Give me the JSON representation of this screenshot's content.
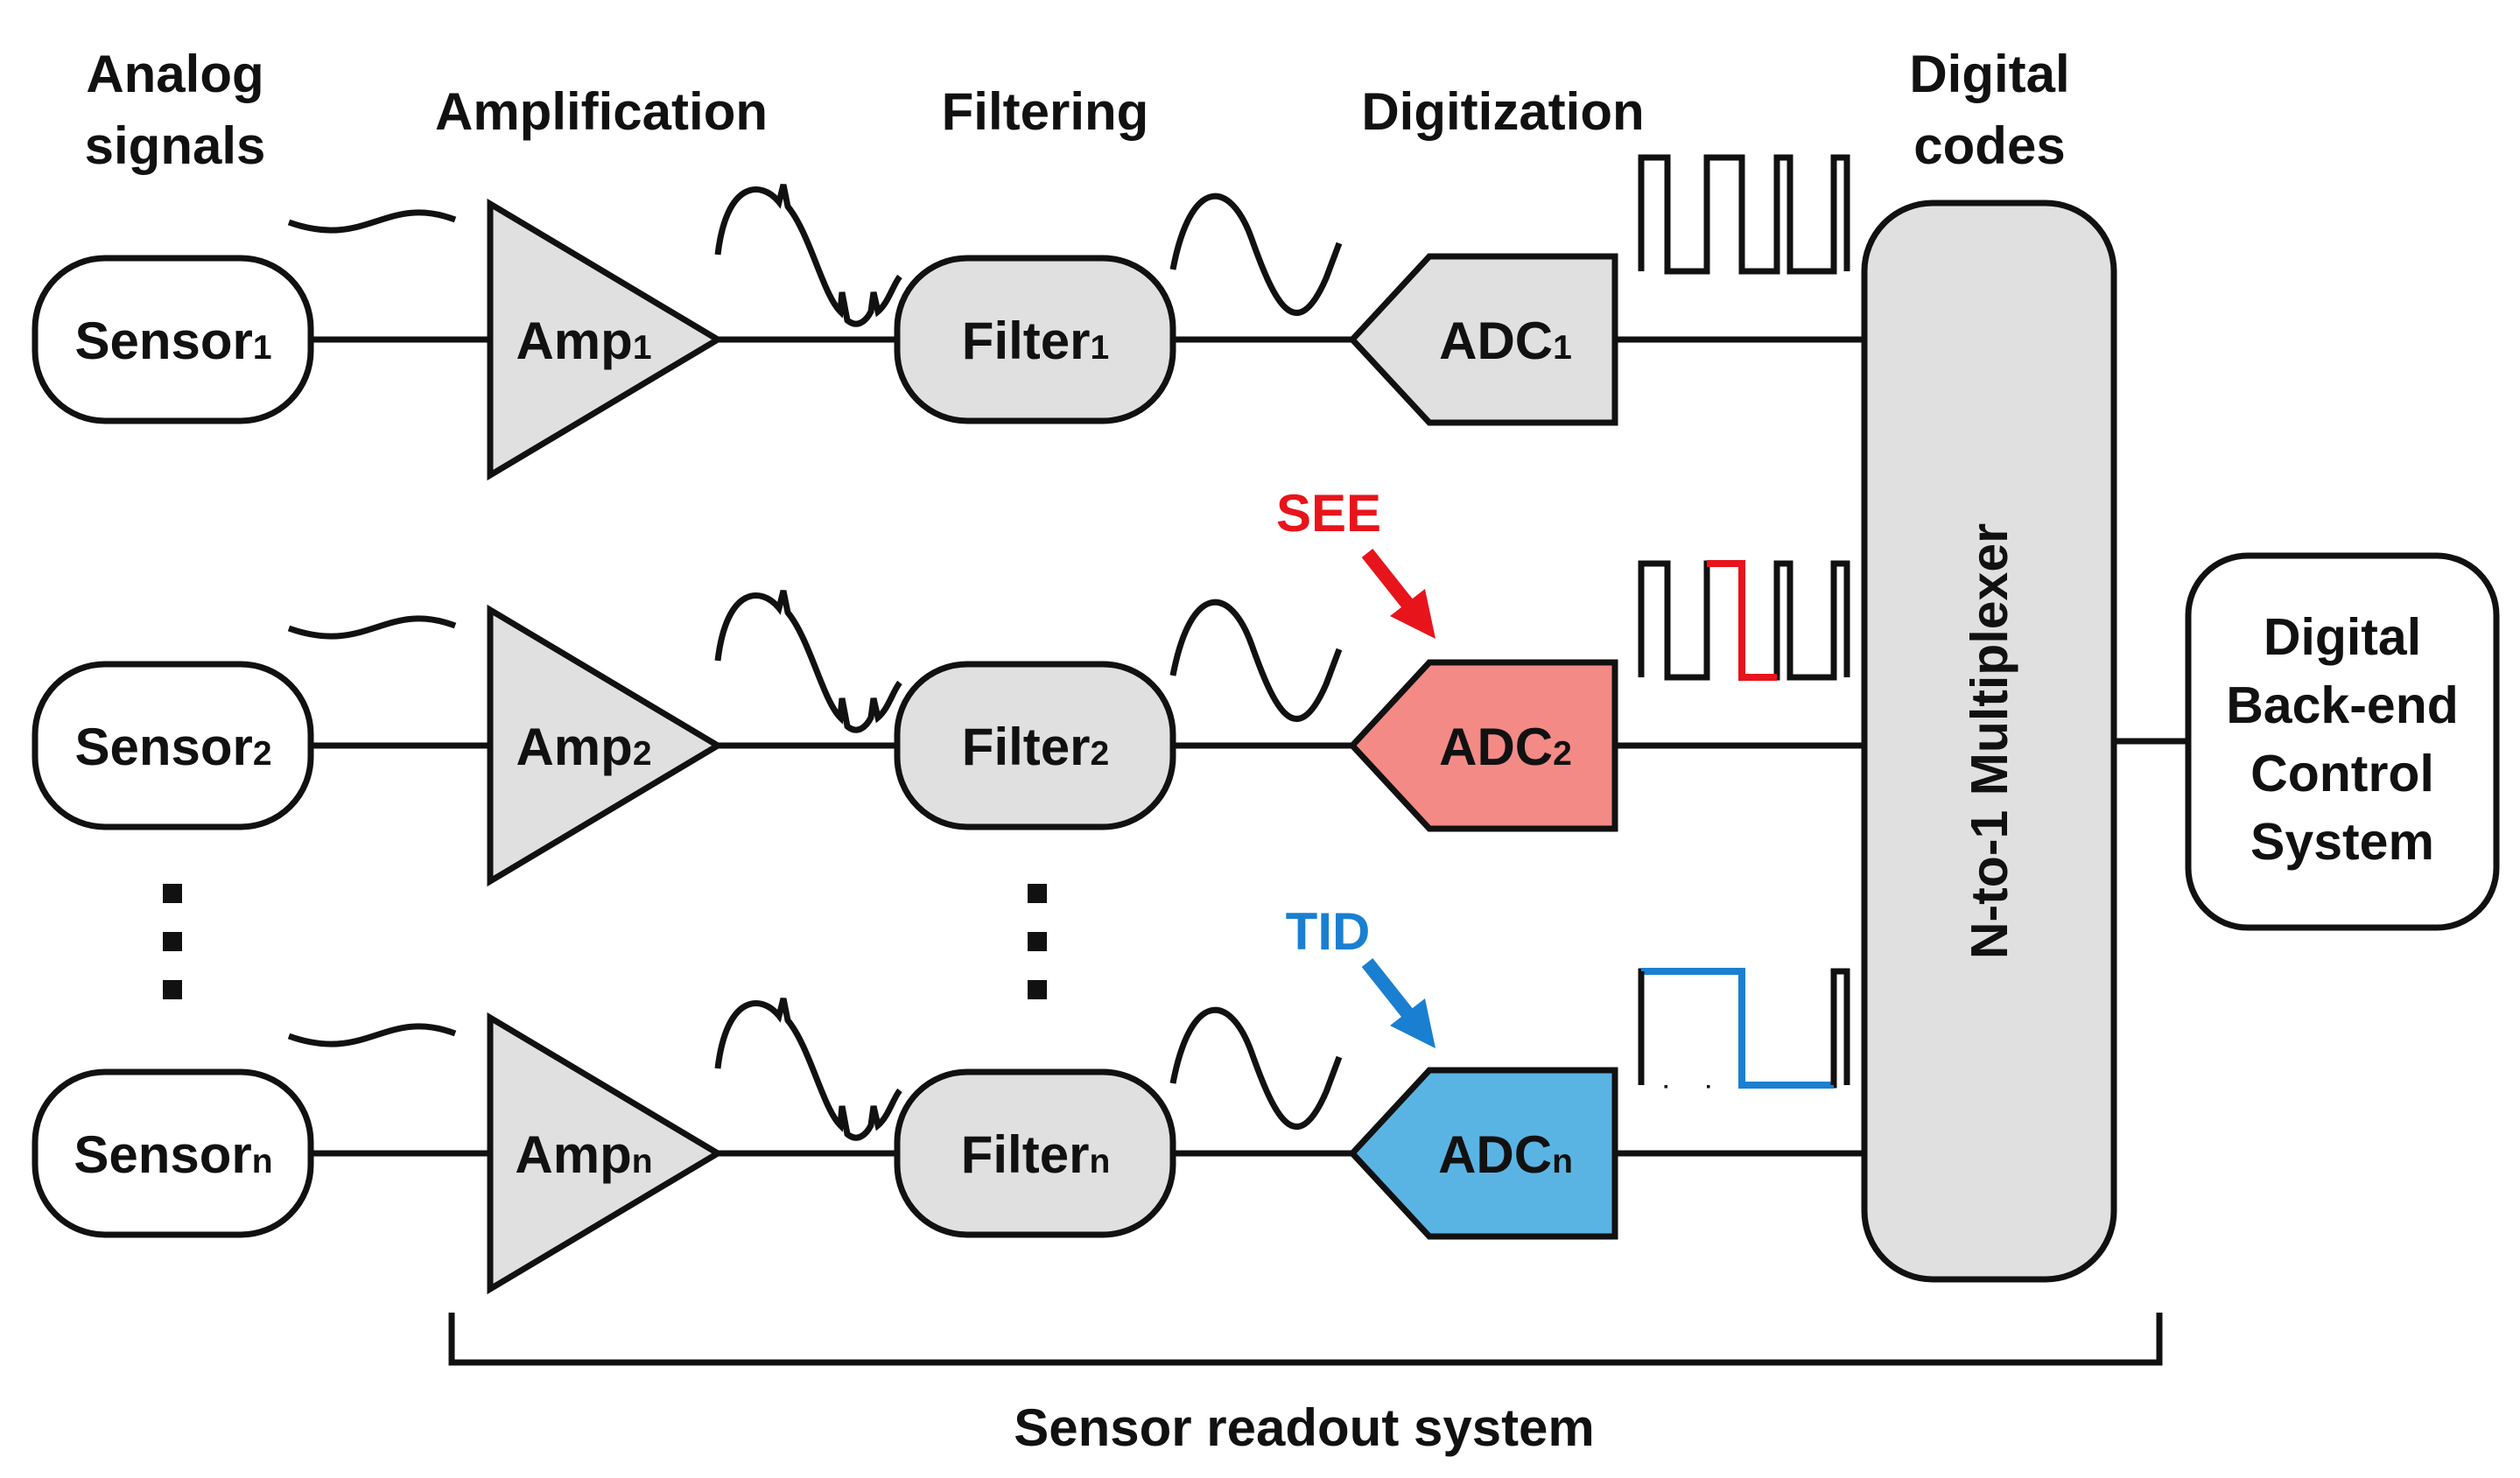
{
  "headers": {
    "analog_line1": "Analog",
    "analog_line2": "signals",
    "amplification": "Amplification",
    "filtering": "Filtering",
    "digitization": "Digitization",
    "digital_line1": "Digital",
    "digital_line2": "codes"
  },
  "channels": [
    {
      "sensor": "Sensor",
      "sensor_sub": "1",
      "amp": "Amp",
      "amp_sub": "1",
      "filter": "Filter",
      "filter_sub": "1",
      "adc": "ADC",
      "adc_sub": "1",
      "adc_color": "#e0e0e0"
    },
    {
      "sensor": "Sensor",
      "sensor_sub": "2",
      "amp": "Amp",
      "amp_sub": "2",
      "filter": "Filter",
      "filter_sub": "2",
      "adc": "ADC",
      "adc_sub": "2",
      "adc_color": "#f48a86"
    },
    {
      "sensor": "Sensor",
      "sensor_sub": "n",
      "amp": "Amp",
      "amp_sub": "n",
      "filter": "Filter",
      "filter_sub": "n",
      "adc": "ADC",
      "adc_sub": "n",
      "adc_color": "#5ab4e3"
    }
  ],
  "effects": {
    "see_label": "SEE",
    "see_color": "#e8141b",
    "tid_label": "TID",
    "tid_color": "#1a7fd0"
  },
  "multiplexer_label": "N-to-1 Multiplexer",
  "backend": {
    "line1": "Digital",
    "line2": "Back-end",
    "line3": "Control",
    "line4": "System"
  },
  "bracket_label": "Sensor readout system",
  "colors": {
    "block_fill": "#e0e0e0",
    "stroke": "#111111"
  }
}
